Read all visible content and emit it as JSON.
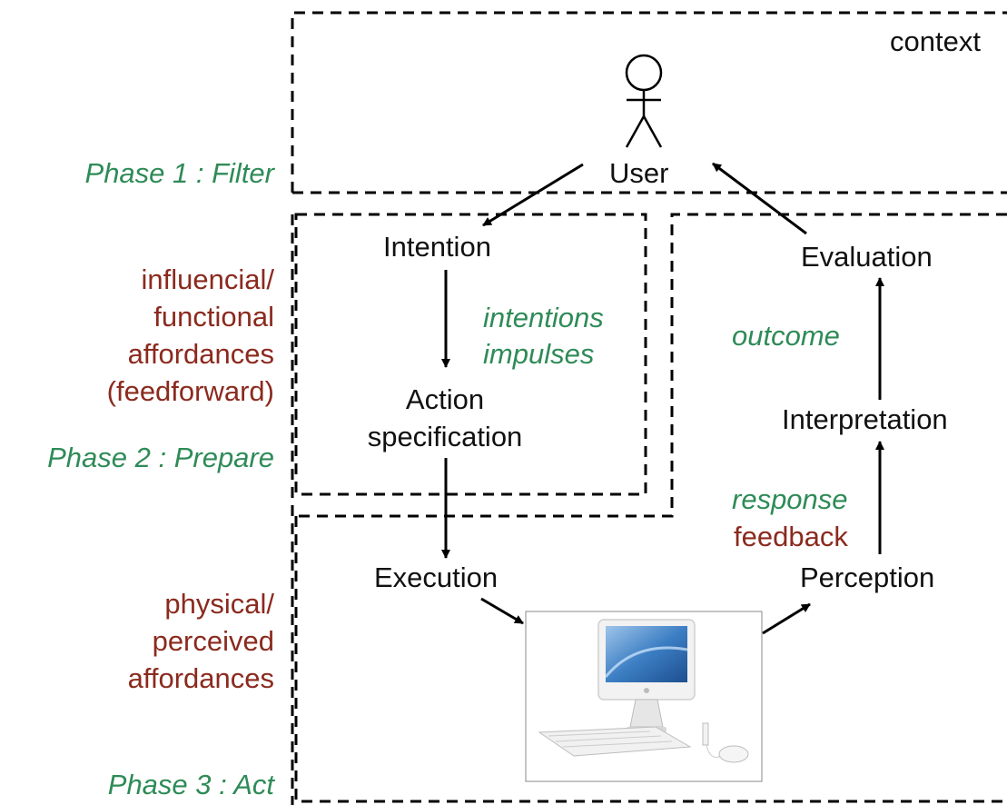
{
  "labels": {
    "context": "context",
    "user": "User",
    "intention": "Intention",
    "action_spec_line1": "Action",
    "action_spec_line2": "specification",
    "execution": "Execution",
    "perception": "Perception",
    "interpretation": "Interpretation",
    "evaluation": "Evaluation"
  },
  "annotations": {
    "intentions": "intentions",
    "impulses": "impulses",
    "outcome": "outcome",
    "response": "response",
    "feedback": "feedback"
  },
  "phases": [
    {
      "label": "Phase 1 : Filter"
    },
    {
      "label": "Phase 2 : Prepare"
    },
    {
      "label": "Phase 3 : Act"
    }
  ],
  "affordances": {
    "functional": [
      "influencial/",
      "functional",
      "affordances",
      "(feedforward)"
    ],
    "physical": [
      "physical/",
      "perceived",
      "affordances"
    ]
  },
  "colors": {
    "phase": "#2e8b57",
    "affordance": "#8b2a1e",
    "text": "#111111"
  }
}
